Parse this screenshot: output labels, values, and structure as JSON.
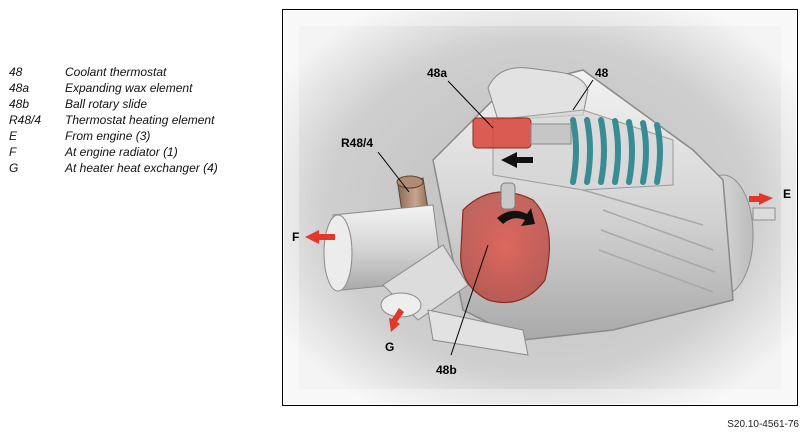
{
  "legend": [
    {
      "key": "48",
      "desc": "Coolant thermostat"
    },
    {
      "key": "48a",
      "desc": "Expanding wax element"
    },
    {
      "key": "48b",
      "desc": "Ball rotary slide"
    },
    {
      "key": "R48/4",
      "desc": "Thermostat heating element"
    },
    {
      "key": "E",
      "desc": "From engine (3)"
    },
    {
      "key": "F",
      "desc": "At engine radiator (1)"
    },
    {
      "key": "G",
      "desc": "At heater heat exchanger (4)"
    }
  ],
  "callouts": {
    "c48": "48",
    "c48a": "48a",
    "c48b": "48b",
    "cR484": "R48/4",
    "cE": "E",
    "cF": "F",
    "cG": "G"
  },
  "doc_id": "S20.10-4561-76",
  "colors": {
    "flow_arrow": "#e0392b",
    "spring": "#3a8c94",
    "highlight_red": "#d9443a",
    "housing": "#d7d7d7"
  }
}
